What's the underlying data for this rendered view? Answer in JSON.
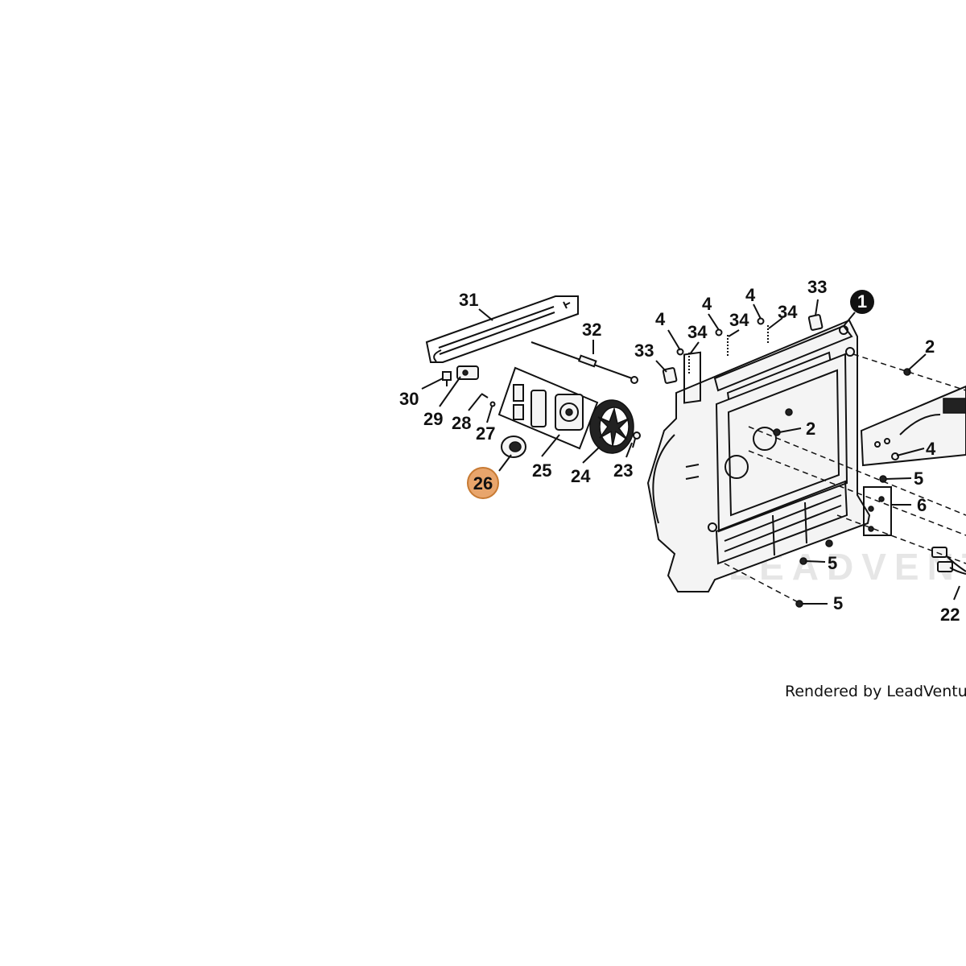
{
  "diagram": {
    "labels": [
      "31",
      "32",
      "30",
      "29",
      "28",
      "27",
      "25",
      "24",
      "23",
      "26",
      "33",
      "4",
      "34",
      "1",
      "2",
      "5",
      "6",
      "22"
    ],
    "highlight": {
      "label": "26",
      "fill": "#e8a56c",
      "stroke": "#c77a33"
    },
    "watermark": "LEADVENT",
    "footer": "Rendered by LeadVenture, I"
  }
}
